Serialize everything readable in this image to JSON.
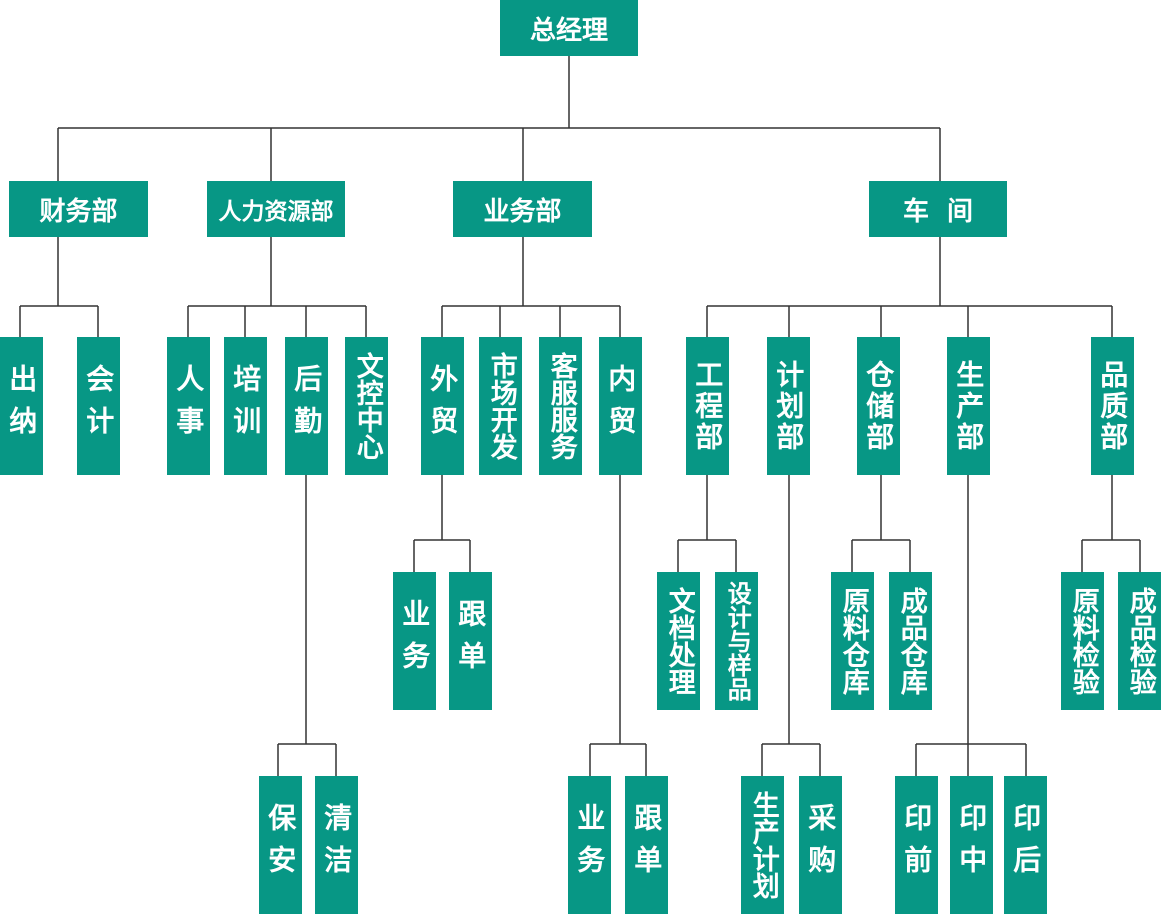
{
  "ceo": {
    "label": "总经理"
  },
  "departments": {
    "finance": {
      "label": "财务部",
      "children": {
        "cashier": "出纳",
        "accounting": "会计"
      }
    },
    "hr": {
      "label": "人力资源部",
      "children": {
        "personnel": "人事",
        "training": "培训",
        "logistics": "后勤",
        "doc_control": "文控中心"
      },
      "logistics_children": {
        "security": "保安",
        "cleaning": "清洁"
      }
    },
    "sales": {
      "label": "业务部",
      "children": {
        "foreign_trade": "外贸",
        "market_dev": "市场开发",
        "customer_service": "客服服务",
        "domestic_trade": "内贸"
      },
      "foreign_trade_children": {
        "business": "业务",
        "follow_up": "跟单"
      },
      "domestic_trade_children": {
        "business": "业务",
        "follow_up": "跟单"
      }
    },
    "workshop": {
      "label": "车  间",
      "children": {
        "engineering": "工程部",
        "planning": "计划部",
        "warehouse": "仓储部",
        "production": "生产部",
        "quality": "品质部"
      },
      "engineering_children": {
        "documents": "文档处理",
        "design": "设计与样品"
      },
      "planning_children": {
        "production_plan": "生产计划",
        "purchasing": "采购"
      },
      "warehouse_children": {
        "raw_material_store": "原料仓库",
        "finished_store": "成品仓库"
      },
      "production_children": {
        "pre_press": "印前",
        "printing": "印中",
        "post_press": "印后"
      },
      "quality_children": {
        "raw_inspection": "原料检验",
        "finished_inspection": "成品检验"
      }
    }
  },
  "colors": {
    "box": "#079785",
    "text": "#ffffff",
    "line": "#333333"
  }
}
